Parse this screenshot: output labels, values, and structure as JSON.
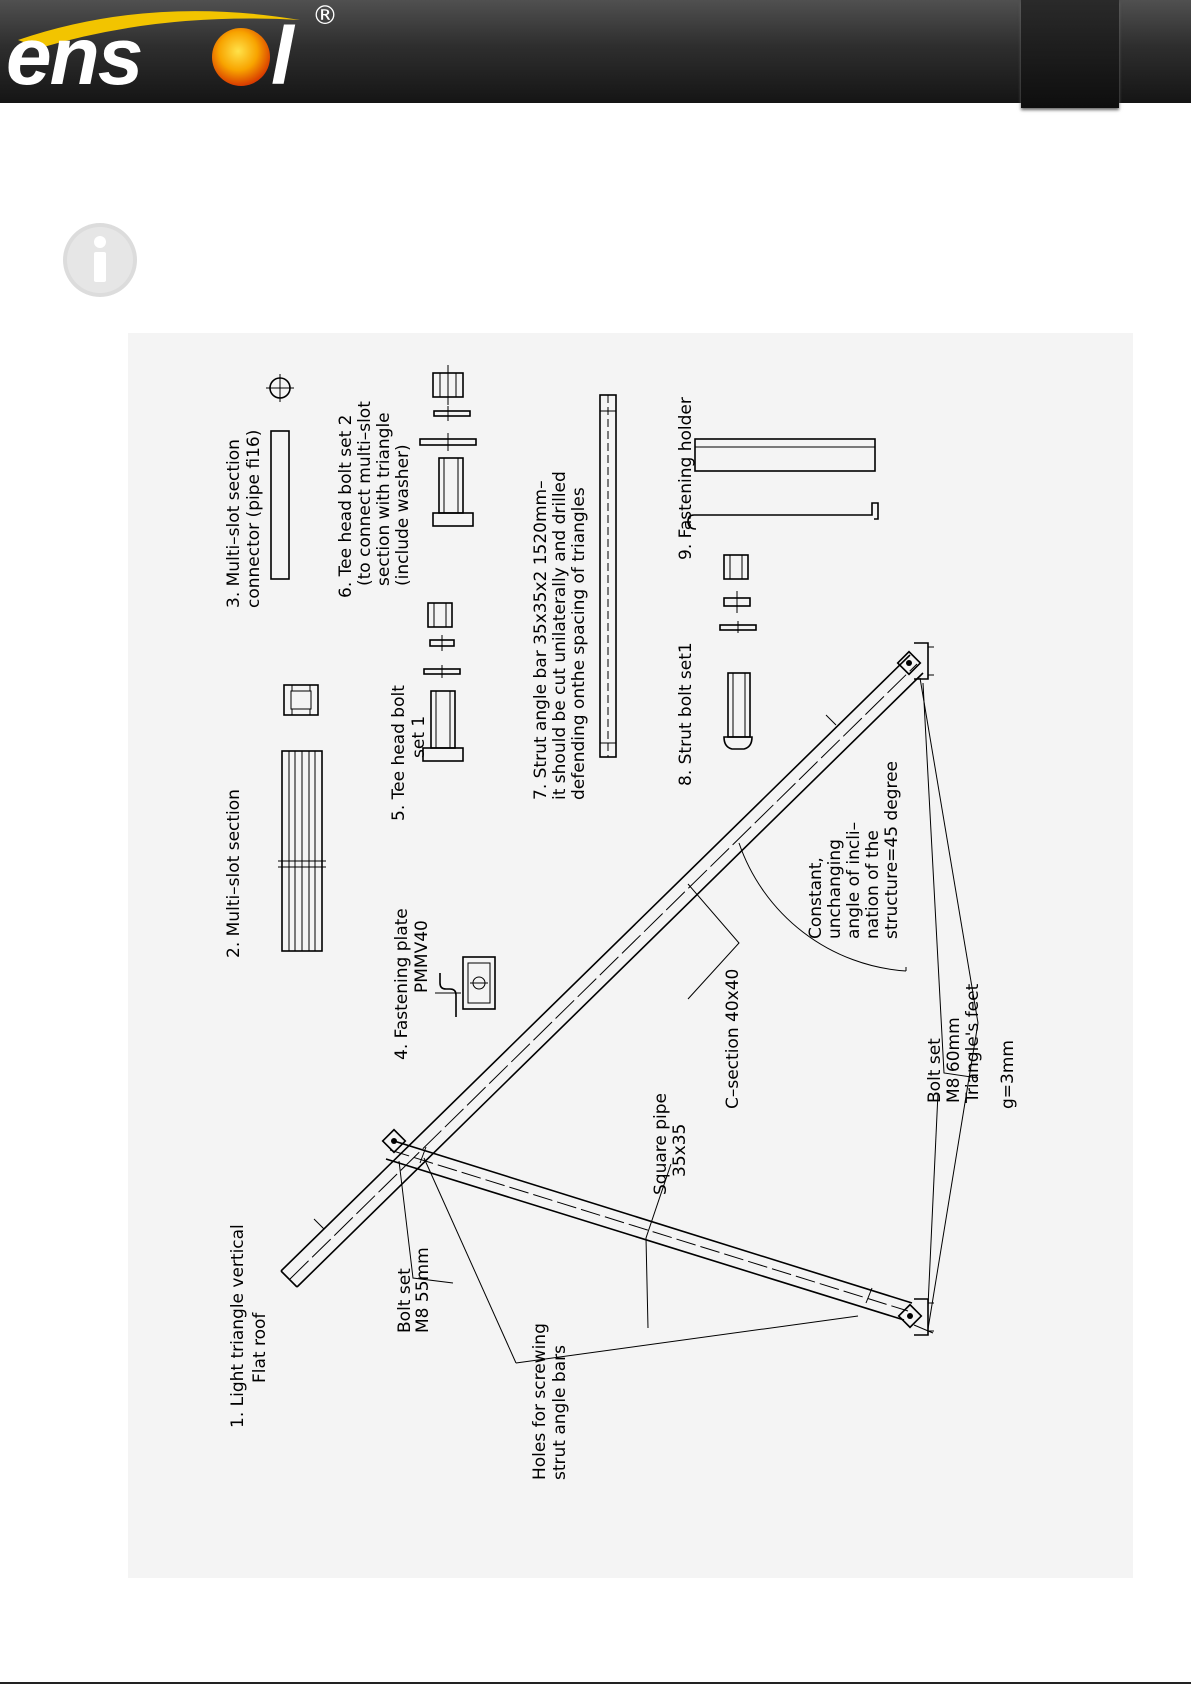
{
  "header": {
    "logo_text_left": "ens",
    "logo_text_right": "l",
    "logo_mark": "®",
    "brand_colors": {
      "sun_inner": "#ffd23a",
      "sun_outer": "#e14a00",
      "arc": "#f4c200",
      "text": "#ffffff"
    }
  },
  "info_icon": {
    "icon": "info-icon",
    "glyph": "i",
    "color": "#d6d6d6"
  },
  "drawing": {
    "parts": {
      "p1_line1": "1.  Light  triangle  vertical",
      "p1_line2": "Flat  roof",
      "p2": "2.  Multi–slot  section",
      "p3_line1": "3.  Multi–slot  section",
      "p3_line2": "connector  (pipe  fi16)",
      "p4_line1": "4.  Fastening  plate",
      "p4_line2": "PMMV40",
      "p5_line1": "5.  Tee  head  bolt",
      "p5_line2": "set  1",
      "p6_line1": "6.  Tee  head  bolt  set  2",
      "p6_line2": "(to  connect  multi–slot",
      "p6_line3": "section  with  triangle",
      "p6_line4": "(include  washer)",
      "p7_line1": "7.  Strut  angle  bar  35x35x2  1520mm–",
      "p7_line2": "it  should  be  cut  unilaterally  and  drilled",
      "p7_line3": "defending  onthe  spacing  of  triangles",
      "p8": "8.  Strut  bolt  set1",
      "p9": "9.  Fastening  holder"
    },
    "callouts": {
      "c_section": "C–section  40x40",
      "square_pipe_1": "Square  pipe",
      "square_pipe_2": "35x35",
      "bolt_top_1": "Bolt  set",
      "bolt_top_2": "M8  55mm",
      "holes_1": "Holes  for  screwing",
      "holes_2": "strut  angle  bars",
      "angle_1": "Constant,",
      "angle_2": "unchanging",
      "angle_3": "angle  of  incli–",
      "angle_4": "nation  of  the",
      "angle_5": "structure=45  degree",
      "feet_1": "Bolt  set",
      "feet_2": "M8  60mm",
      "feet_3": "Triangle's  feet",
      "thickness": "g=3mm"
    }
  }
}
